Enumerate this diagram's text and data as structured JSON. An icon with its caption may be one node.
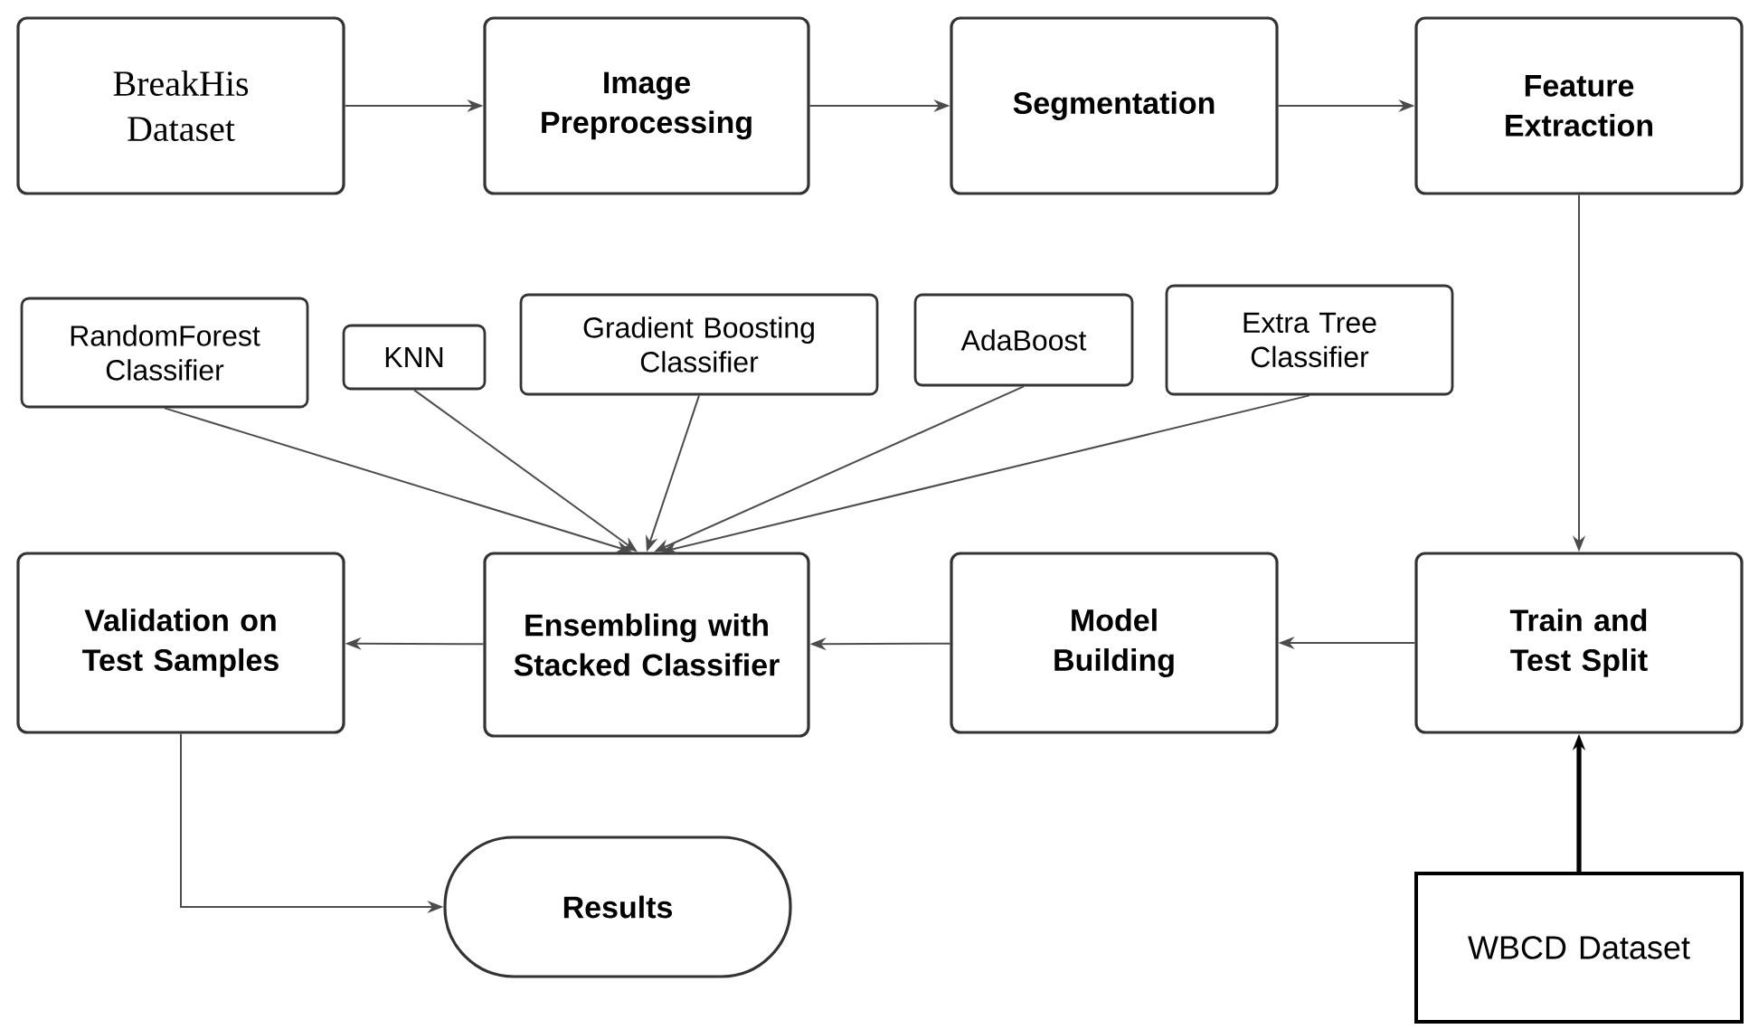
{
  "diagram": {
    "nodes": [
      {
        "text": [
          "BreakHis Dataset"
        ]
      },
      {
        "text": [
          "Image Preprocessing"
        ]
      },
      {
        "text": [
          "Segmentation"
        ]
      },
      {
        "text": [
          "Feature Extraction"
        ]
      },
      {
        "text": [
          "RandomForest Classifier"
        ]
      },
      {
        "text": [
          "KNN"
        ]
      },
      {
        "text": [
          "Gradient Boosting Classifier"
        ]
      },
      {
        "text": [
          "AdaBoost"
        ]
      },
      {
        "text": [
          "Extra Tree Classifier"
        ]
      },
      {
        "text": [
          "Validation on Test Samples"
        ]
      },
      {
        "text": [
          "Ensembling with Stacked Classifier"
        ]
      },
      {
        "text": [
          "Model Building"
        ]
      },
      {
        "text": [
          "Train and Test Split"
        ]
      },
      {
        "text": [
          "Results"
        ]
      },
      {
        "text": [
          "WBCD Dataset"
        ]
      }
    ],
    "edges": [
      {
        "from": 0,
        "to": 1,
        "arrow": "to"
      },
      {
        "from": 1,
        "to": 2,
        "arrow": "to"
      },
      {
        "from": 2,
        "to": 3,
        "arrow": "to"
      },
      {
        "from": 3,
        "to": 12,
        "arrow": "to"
      },
      {
        "from": 4,
        "to": 10,
        "arrow": "to"
      },
      {
        "from": 5,
        "to": 10,
        "arrow": "to"
      },
      {
        "from": 6,
        "to": 10,
        "arrow": "to"
      },
      {
        "from": 7,
        "to": 10,
        "arrow": "to"
      },
      {
        "from": 8,
        "to": 10,
        "arrow": "to"
      },
      {
        "from": 12,
        "to": 11,
        "arrow": "to"
      },
      {
        "from": 11,
        "to": 10,
        "arrow": "to"
      },
      {
        "from": 10,
        "to": 9,
        "arrow": "to"
      },
      {
        "from": 9,
        "to": 13,
        "arrow": "to"
      },
      {
        "from": 14,
        "to": 12,
        "arrow": "to",
        "style": "thick",
        "color": "#000000"
      }
    ]
  }
}
